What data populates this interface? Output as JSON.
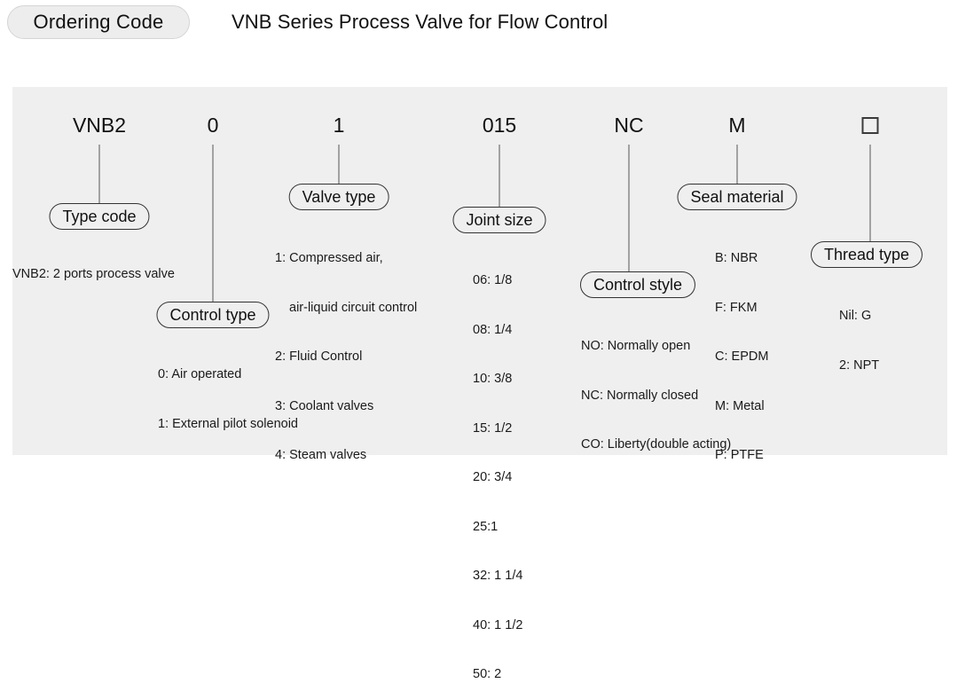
{
  "header": {
    "badge": "Ordering Code",
    "title": "VNB Series Process Valve for Flow Control"
  },
  "code_string": {
    "segments": [
      {
        "value": "VNB2",
        "name": "type-code"
      },
      {
        "value": "0",
        "name": "control-type"
      },
      {
        "value": "1",
        "name": "valve-type"
      },
      {
        "value": "015",
        "name": "joint-size"
      },
      {
        "value": "NC",
        "name": "control-style"
      },
      {
        "value": "M",
        "name": "seal-material"
      },
      {
        "value": "□",
        "name": "thread-type"
      }
    ]
  },
  "groups": {
    "type_code": {
      "label": "Type code",
      "options": [
        "VNB2: 2 ports process valve"
      ]
    },
    "control_type": {
      "label": "Control type",
      "options": [
        "0: Air operated",
        "1: External pilot solenoid"
      ]
    },
    "valve_type": {
      "label": "Valve type",
      "options": [
        "1: Compressed air,",
        "air-liquid circuit control",
        "2: Fluid Control",
        "3: Coolant valves",
        "4: Steam valves"
      ]
    },
    "joint_size": {
      "label": "Joint size",
      "options": [
        "06: 1/8",
        "08: 1/4",
        "10: 3/8",
        "15: 1/2",
        "20: 3/4",
        "25:1",
        "32: 1 1/4",
        "40: 1 1/2",
        "50: 2"
      ]
    },
    "control_style": {
      "label": "Control style",
      "options": [
        "NO: Normally open",
        "NC: Normally closed",
        "CO: Liberty(double acting)"
      ]
    },
    "seal_material": {
      "label": "Seal material",
      "options": [
        "B: NBR",
        "F: FKM",
        "C: EPDM",
        "M: Metal",
        "P: PTFE"
      ]
    },
    "thread_type": {
      "label": "Thread type",
      "options": [
        "Nil: G",
        "2: NPT"
      ]
    }
  },
  "colors": {
    "panel_background": "#efefef",
    "badge_background": "#ededed",
    "text": "#111111",
    "leader_line": "#555555"
  }
}
